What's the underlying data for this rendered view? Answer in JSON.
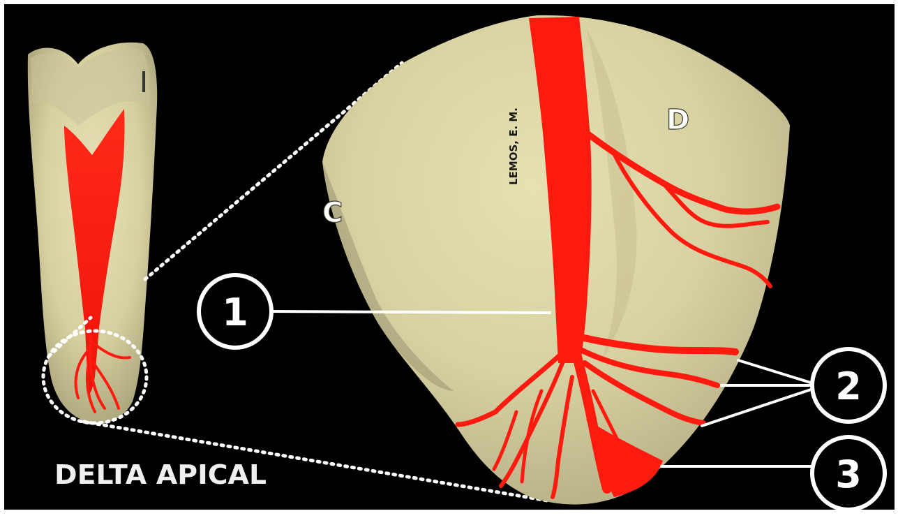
{
  "diagram": {
    "caption": "DELTA APICAL",
    "labels": {
      "c": "C",
      "d": "D"
    },
    "signature": "LEMOS, E. M.",
    "callouts": [
      {
        "number": "1"
      },
      {
        "number": "2"
      },
      {
        "number": "3"
      }
    ]
  },
  "colors": {
    "background": "#000000",
    "dentin": "#d9d2a4",
    "pulp": "#ff1a10",
    "leader_line": "#ffffff"
  }
}
